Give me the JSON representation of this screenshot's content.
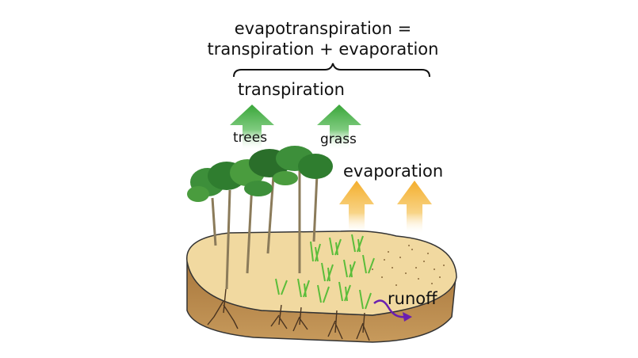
{
  "equation": {
    "line1": "evapotranspiration =",
    "line2": "transpiration + evaporation"
  },
  "labels": {
    "transpiration": "transpiration",
    "trees": "trees",
    "grass": "grass",
    "evaporation": "evaporation",
    "runoff": "runoff"
  },
  "colors": {
    "transpiration_arrow": "#3fa93f",
    "evaporation_arrow": "#f5b63a",
    "soil_top": "#f1d9a0",
    "soil_side": "#b98a4e",
    "foliage": "#2f7d2f",
    "grass_blades": "#5bbd3a",
    "runoff_arrow": "#6a1fb0"
  }
}
